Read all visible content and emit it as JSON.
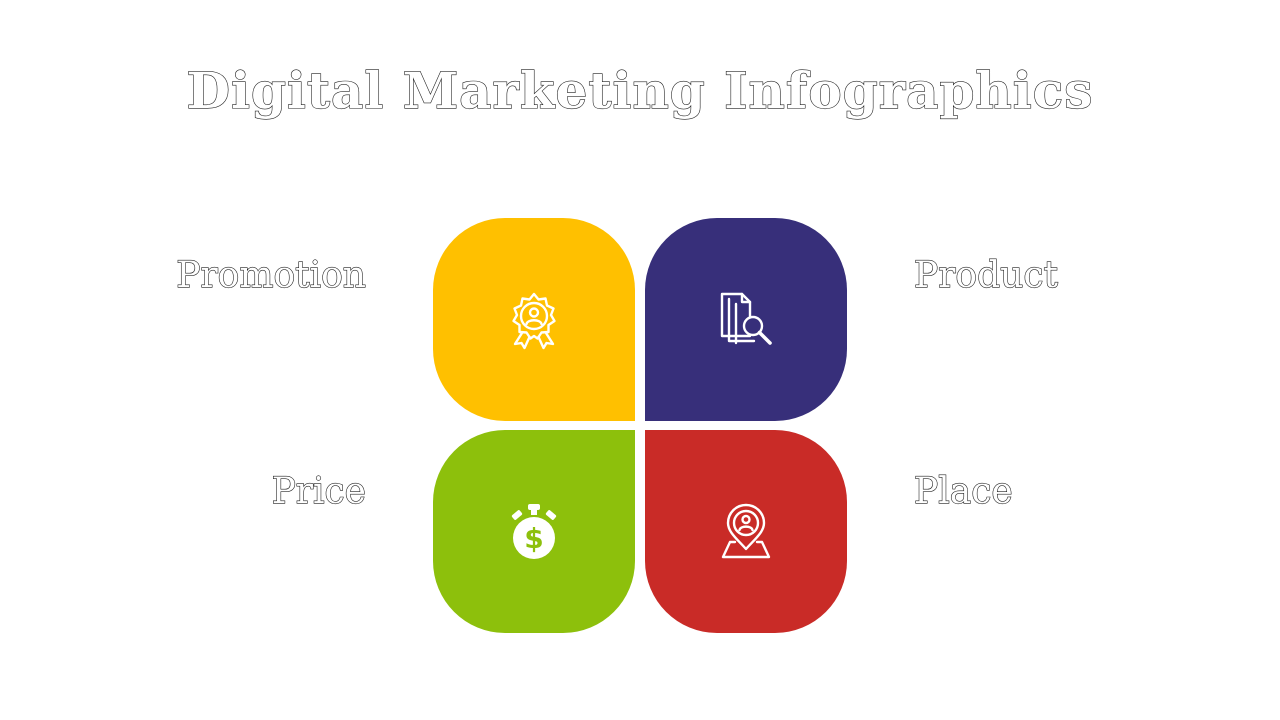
{
  "title": "Digital Marketing Infographics",
  "quadrants": {
    "promotion": {
      "label": "Promotion",
      "color": "#FFC000",
      "icon": "award-badge-icon"
    },
    "product": {
      "label": "Product",
      "color": "#372F7A",
      "icon": "document-search-icon"
    },
    "price": {
      "label": "Price",
      "color": "#8DC00C",
      "icon": "money-stopwatch-icon"
    },
    "place": {
      "label": "Place",
      "color": "#C92B27",
      "icon": "location-pin-icon"
    }
  }
}
